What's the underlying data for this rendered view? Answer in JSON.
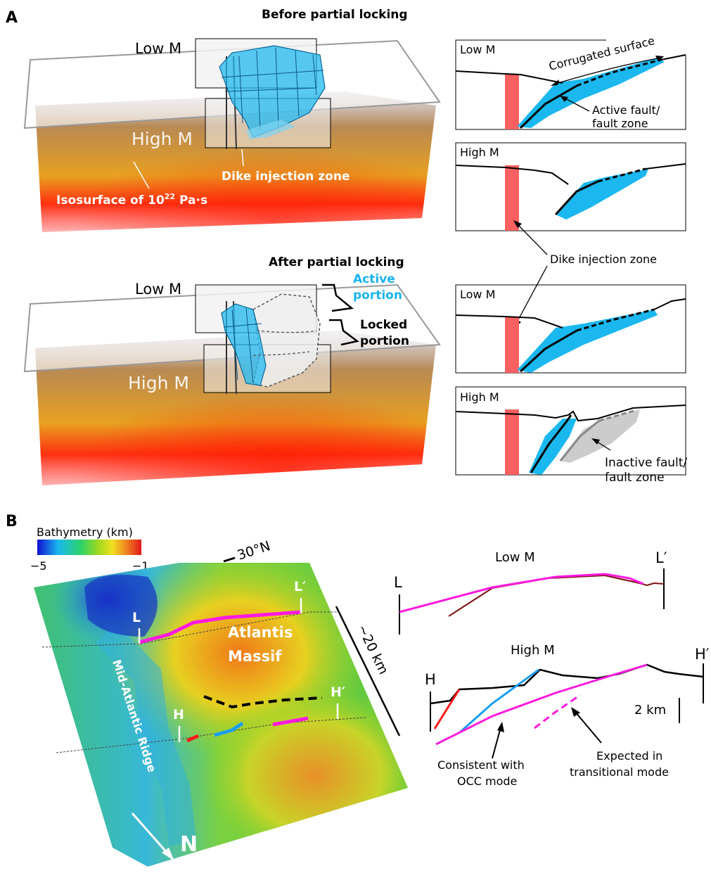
{
  "panel_a": {
    "letter": "A",
    "top_title": "Before partial locking",
    "bottom_title": "After partial locking",
    "block_top": {
      "low_m": "Low M",
      "high_m": "High M",
      "dike_label": "Dike injection zone",
      "iso_prefix": "Isosurface of 10",
      "iso_exp": "22",
      "iso_suffix": " Pa·s"
    },
    "block_bottom": {
      "low_m": "Low M",
      "high_m": "High M",
      "active_line1": "Active",
      "active_line2": "portion",
      "locked_line1": "Locked",
      "locked_line2": "portion"
    },
    "sections": [
      {
        "label": "Low M",
        "note_line1": "Active fault/",
        "note_line2": "fault zone",
        "top_note": "Corrugated surface"
      },
      {
        "label": "High M"
      },
      {
        "label": "Low M"
      },
      {
        "label": "High M",
        "note_line1": "Inactive fault/",
        "note_line2": "fault zone"
      }
    ],
    "dike_note": "Dike injection zone"
  },
  "panel_b": {
    "letter": "B",
    "colorbar": {
      "title": "Bathymetry (km)",
      "min_label": "−5",
      "max_label": "−1",
      "colors": [
        "#1010d0",
        "#18b8ee",
        "#2ed26a",
        "#9ad820",
        "#f0e020",
        "#f08020",
        "#e01818"
      ]
    },
    "map": {
      "lat": "30°N",
      "massif_line1": "Atlantis",
      "massif_line2": "Massif",
      "ridge": "Mid-Atlantic Ridge",
      "scale": "~20 km",
      "north": "N",
      "l": "L",
      "l_prime": "L′",
      "h": "H",
      "h_prime": "H′"
    },
    "profiles": {
      "low_title": "Low M",
      "high_title": "High M",
      "l": "L",
      "l_prime": "L′",
      "h": "H",
      "h_prime": "H′",
      "scale": "2 km",
      "consistent_line1": "Consistent with",
      "consistent_line2": "OCC mode",
      "expected_line1": "Expected in",
      "expected_line2": "transitional mode"
    }
  }
}
